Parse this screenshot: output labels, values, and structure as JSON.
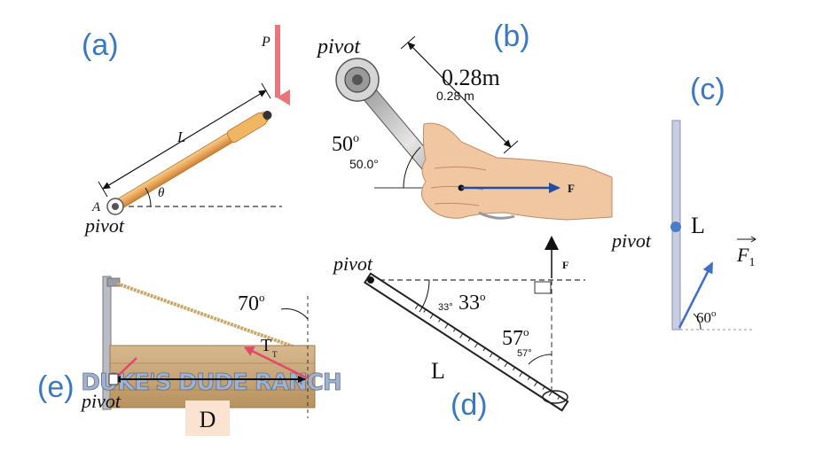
{
  "panels": {
    "a": {
      "label": "(a)",
      "force_label": "P",
      "length_label": "L",
      "angle_label": "θ",
      "point_label": "A",
      "pivot_label": "pivot",
      "colors": {
        "rod": "#e9a85a",
        "force": "#e8777b"
      }
    },
    "b": {
      "label": "(b)",
      "pivot_label": "pivot",
      "distance_large": "0.28m",
      "distance_small": "0.28 m",
      "angle_large": "50",
      "angle_large_sup": "o",
      "angle_small": "50.0°",
      "force_label": "F",
      "colors": {
        "force": "#1f4fa3",
        "skin": "#f1c7a2"
      }
    },
    "c": {
      "label": "(c)",
      "pivot_label": "pivot",
      "length_label": "L",
      "force_label": "F",
      "force_sub": "1",
      "angle": "60",
      "angle_sup": "o",
      "colors": {
        "rod": "#c9cde3",
        "pivot_dot": "#4a7cc9",
        "force": "#3f6fc4"
      }
    },
    "d": {
      "label": "(d)",
      "pivot_label": "pivot",
      "length_label": "L",
      "force_label": "F",
      "angle_top_small": "33°",
      "angle_top_large": "33",
      "angle_top_sup": "o",
      "angle_side_large": "57",
      "angle_side_sup": "o",
      "angle_side_small": "57°"
    },
    "e": {
      "label": "(e)",
      "pivot_label": "pivot",
      "angle": "70",
      "angle_sup": "o",
      "tension_label": "T",
      "tension_small": "T",
      "distance_label": "D",
      "sign_text": "DUKE'S DUDE RANCH",
      "colors": {
        "wood": "#c9a67a",
        "sign_text": "#9fb2cf",
        "tension": "#e04a6a",
        "D_box": "#fbe3d2"
      }
    }
  }
}
